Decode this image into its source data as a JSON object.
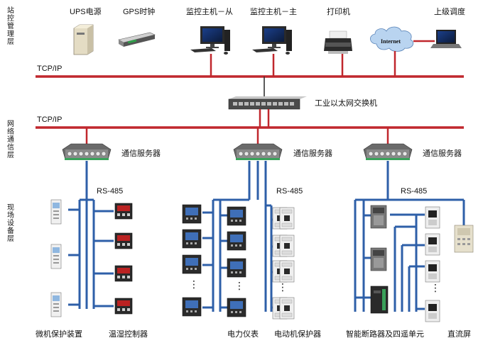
{
  "layers": {
    "station": "站控管理层",
    "network": "网络通信层",
    "field": "现场设备层"
  },
  "devices": {
    "ups": "UPS电源",
    "gps": "GPS时钟",
    "monitor_slave": "监控主机－从",
    "monitor_master": "监控主机－主",
    "printer": "打印机",
    "upper_dispatch": "上级调度",
    "internet": "Internet"
  },
  "network": {
    "tcpip_top": "TCP/IP",
    "tcpip_mid": "TCP/IP",
    "switch": "工业以太网交换机",
    "comm_server_1": "通信服务器",
    "comm_server_2": "通信服务器",
    "comm_server_3": "通信服务器",
    "rs485_1": "RS-485",
    "rs485_2": "RS-485",
    "rs485_3": "RS-485"
  },
  "field": {
    "microcomputer_protection": "微机保护装置",
    "temp_humidity_controller": "温湿控制器",
    "power_meter": "电力仪表",
    "motor_protector": "电动机保护器",
    "smart_breaker": "智能断路器及四遥单元",
    "dc_panel": "直流屏"
  },
  "colors": {
    "tcpip_bus": "#c0272d",
    "rs485_bus": "#2e5fa8",
    "device_casing": "#d8d8d8"
  }
}
